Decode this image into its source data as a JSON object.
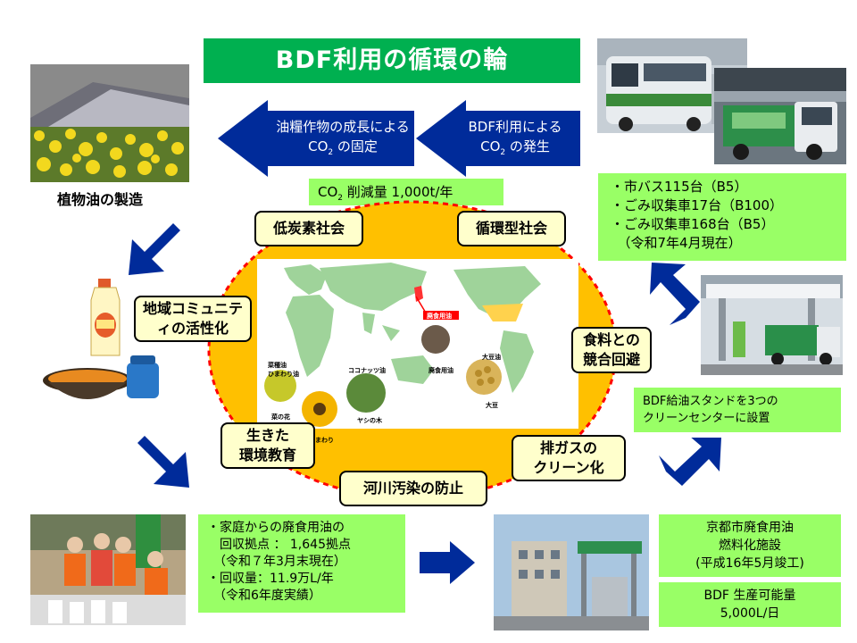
{
  "title": "BDF利用の循環の輪",
  "arrow_left": {
    "line1": "油糧作物の成長による",
    "line2_main": "CO",
    "line2_sub": "2",
    "line2_rest": " の固定"
  },
  "arrow_right": {
    "line1": "BDF利用による",
    "line2_main": "CO",
    "line2_sub": "2",
    "line2_rest": " の発生"
  },
  "co2": {
    "main": "CO",
    "sub": "2",
    "rest": " 削減量  1,000t/年"
  },
  "plant_caption": "植物油の製造",
  "vehicles": {
    "lines": [
      "・市バス115台（B5）",
      "・ごみ収集車17台（B100）",
      "・ごみ収集車168台（B5）",
      "　（令和7年4月現在）"
    ]
  },
  "labels": {
    "low_carbon": "低炭素社会",
    "recycling": "循環型社会",
    "community_1": "地域コミュニテ",
    "community_2": "ィの活性化",
    "food_1": "食料との",
    "food_2": "競合回避",
    "education_1": "生きた",
    "education_2": "環境教育",
    "exhaust_1": "排ガスの",
    "exhaust_2": "クリーン化",
    "river": "河川汚染の防止"
  },
  "station": {
    "lines": [
      "BDF給油スタンドを3つの",
      "クリーンセンターに設置"
    ]
  },
  "collection": {
    "lines": [
      "・家庭からの廃食用油の",
      "　回収拠点 ： 1,645拠点",
      "　（令和７年3月末現在）",
      "・回収量：11.9万L/年",
      "　（令和6年度実績）"
    ]
  },
  "facility": {
    "lines": [
      "京都市廃食用油",
      "燃料化施設",
      "(平成16年5月竣工)"
    ]
  },
  "capacity": {
    "lines": [
      "BDF 生産可能量",
      "5,000L/日"
    ]
  },
  "map_labels": {
    "waste_oil": "廃食用油",
    "rapeseed": "菜種油\nひまわり油",
    "coconut": "ココナッツ油",
    "waste_oil_2": "廃食用油",
    "soy": "大豆油",
    "rape_flower": "菜の花",
    "sunflower": "ひまわり",
    "palm": "ヤシの木",
    "soybean": "大豆"
  },
  "colors": {
    "green_title": "#00b050",
    "green_box": "#99ff66",
    "yellow_box": "#ffffcc",
    "ring": "#ffc000",
    "ring_dash": "#ff0000",
    "arrow": "#002b9a"
  }
}
